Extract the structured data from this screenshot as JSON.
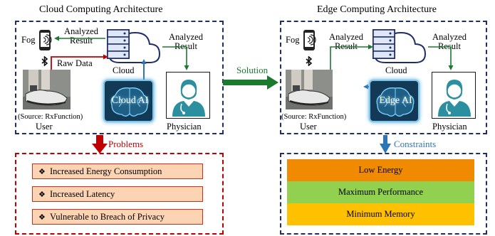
{
  "left": {
    "title": "Cloud Computing Architecture",
    "fog": "Fog",
    "analyzed_result_1": [
      "Analyzed",
      "Result"
    ],
    "analyzed_result_2": [
      "Analyzed",
      "Result"
    ],
    "raw_data": "Raw Data",
    "cloud": "Cloud",
    "ai": "Cloud AI",
    "source": "(Source: RxFunction)",
    "user": "User",
    "physician": "Physician"
  },
  "solution": "Solution",
  "right": {
    "title": "Edge Computing Architecture",
    "fog": "Fog",
    "analyzed_result_1": [
      "Analyzed",
      "Result"
    ],
    "analyzed_result_2": [
      "Analyzed",
      "Result"
    ],
    "cloud": "Cloud",
    "ai": "Edge AI",
    "source": "(Source: RxFunction)",
    "user": "User",
    "physician": "Physician"
  },
  "problems": {
    "label": "Problems",
    "bullet": "❖",
    "items": [
      "Increased Energy Consumption",
      "Increased Latency",
      "Vulnerable to Breach of Privacy"
    ]
  },
  "constraints": {
    "label": "Constraints",
    "items": [
      {
        "text": "Low Energy",
        "color": "#f08a00"
      },
      {
        "text": "Maximum Performance",
        "color": "#92d050"
      },
      {
        "text": "Minimum Memory",
        "color": "#ffc000"
      }
    ]
  },
  "colors": {
    "navy": "#1f2d6b",
    "green": "#1a7a2e",
    "red": "#c00000",
    "blue": "#2e75b6"
  }
}
